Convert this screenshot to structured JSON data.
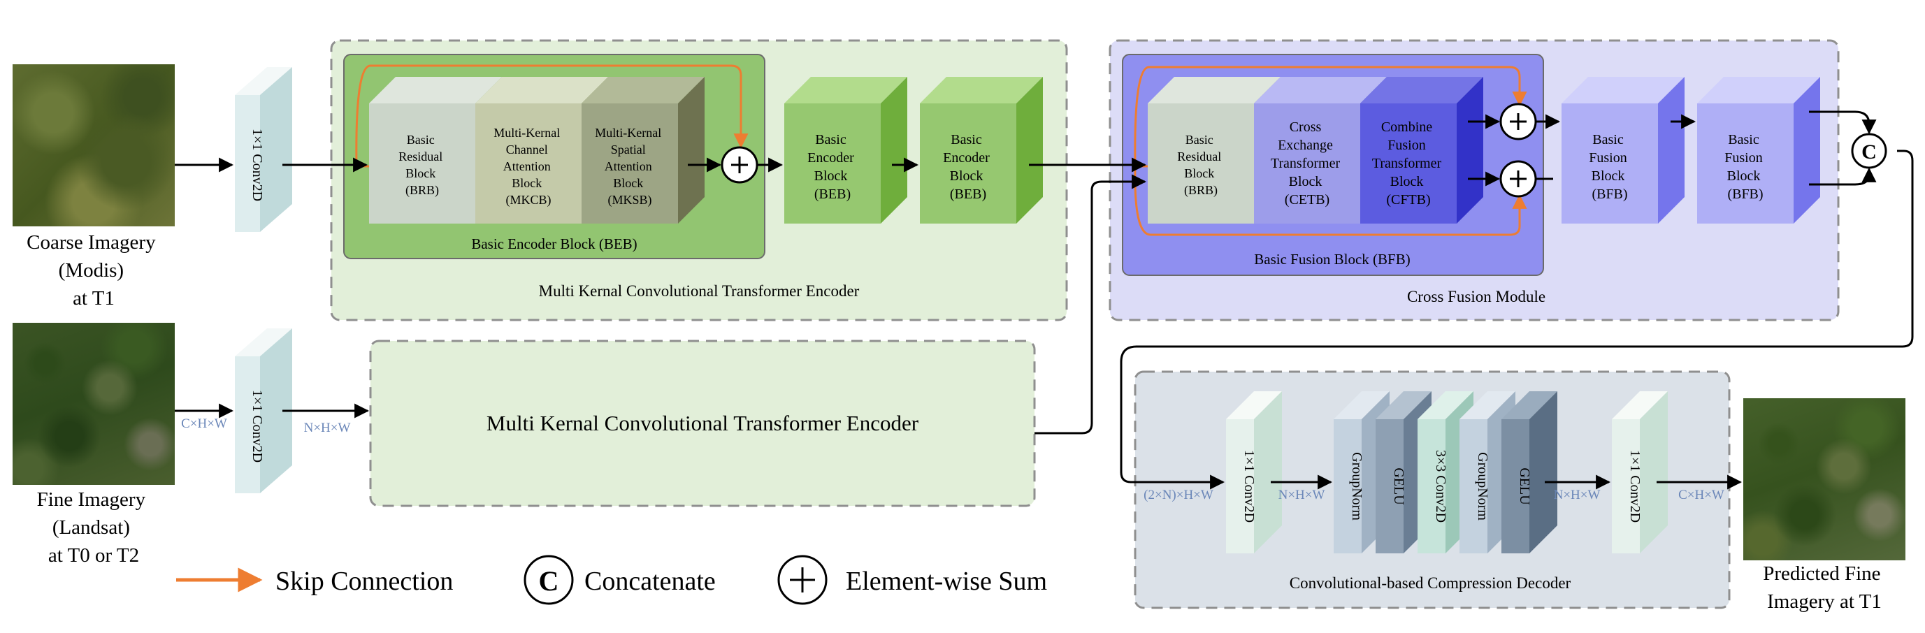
{
  "inputs": {
    "coarse_caption": [
      "Coarse Imagery",
      "(Modis)",
      "at T1"
    ],
    "fine_caption": [
      "Fine Imagery",
      "(Landsat)",
      "at T0 or T2"
    ]
  },
  "conv1x1": "1×1 Conv2D",
  "conv3x3": "3×3 Conv2D",
  "dims": {
    "chw": "C×H×W",
    "nhw": "N×H×W",
    "two_nhw": "(2×N)×H×W"
  },
  "encoder": {
    "title": "Multi Kernal Convolutional Transformer Encoder",
    "beb_title": "Basic Encoder Block (BEB)",
    "brb": [
      "Basic",
      "Residual",
      "Block",
      "(BRB)"
    ],
    "mkcb": [
      "Multi-Kernal",
      "Channel",
      "Attention",
      "Block",
      "(MKCB)"
    ],
    "mksb": [
      "Multi-Kernal",
      "Spatial",
      "Attention",
      "Block",
      "(MKSB)"
    ],
    "beb": [
      "Basic",
      "Encoder",
      "Block",
      "(BEB)"
    ]
  },
  "fusion": {
    "title": "Cross Fusion Module",
    "bfb_title": "Basic Fusion Block (BFB)",
    "brb": [
      "Basic",
      "Residual",
      "Block",
      "(BRB)"
    ],
    "cetb": [
      "Cross",
      "Exchange",
      "Transformer",
      "Block",
      "(CETB)"
    ],
    "cftb": [
      "Combine",
      "Fusion",
      "Transformer",
      "Block",
      "(CFTB)"
    ],
    "bfb": [
      "Basic",
      "Fusion",
      "Block",
      "(BFB)"
    ]
  },
  "decoder": {
    "title": "Convolutional-based Compression Decoder",
    "groupnorm": "GroupNorm",
    "gelu": "GELU"
  },
  "output_caption": [
    "Predicted Fine",
    "Imagery at T1"
  ],
  "legend": {
    "skip": "Skip Connection",
    "concat_symbol": "C",
    "concat": "Concatenate",
    "sum_symbol": "+",
    "sum": "Element-wise Sum"
  },
  "colors": {
    "skip_arrow": "#ee7d31",
    "encoder_bg": "#e2efd9",
    "beb_bg": "#92c571",
    "fusion_bg": "#dcdcf7",
    "bfb_bg": "#8f8ff0",
    "decoder_bg": "#dbe1e8"
  }
}
